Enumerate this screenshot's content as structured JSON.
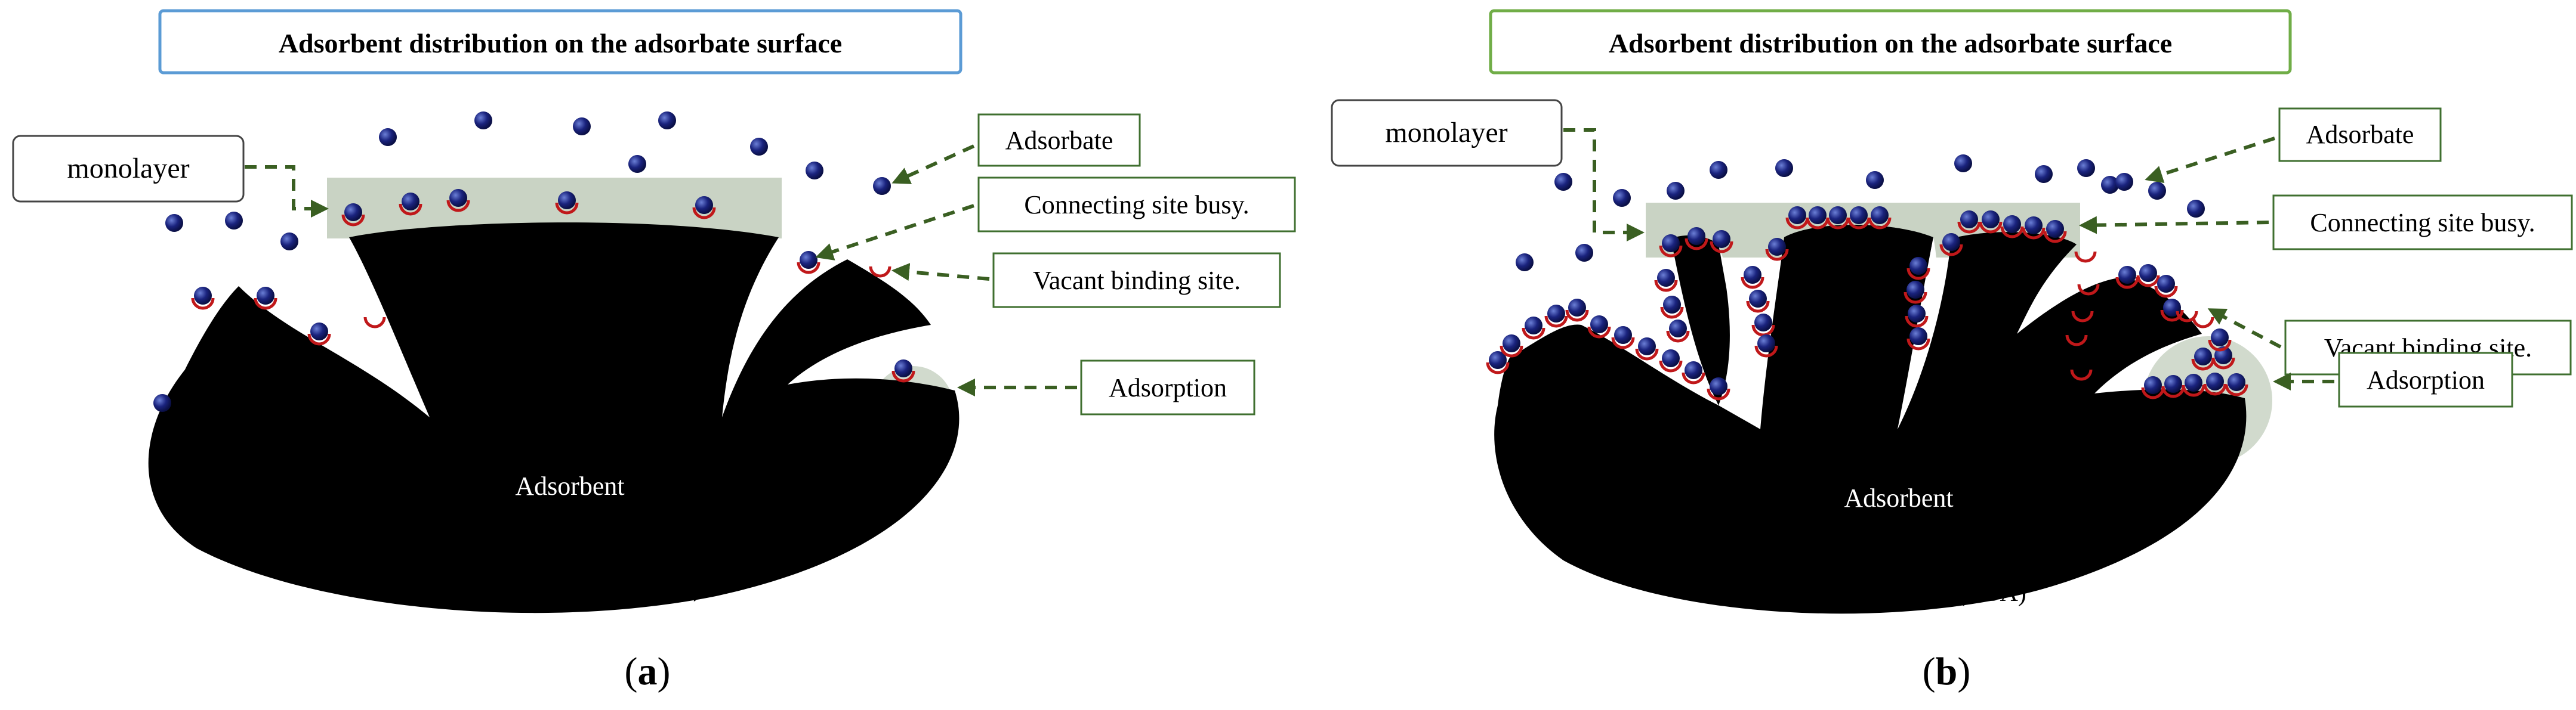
{
  "colors": {
    "blue_box_border": "#5b9bd5",
    "green_box_border": "#70ad47",
    "callout_border": "#3f6f2f",
    "arrow": "#3a5f22",
    "monolayer_band": "#c9d3c4",
    "adsorbent": "#000000",
    "particle": "#1a237e",
    "binding_site": "#c0181a"
  },
  "icons": [
    "adsorbate-particle",
    "binding-site-arc",
    "dashed-arrow"
  ],
  "panel_a": {
    "title": "Adsorbent distribution on the adsorbate surface",
    "monolayer_label": "monolayer",
    "callouts": {
      "adsorbate": "Adsorbate",
      "connecting_site": "Connecting site busy.",
      "vacant_site": "Vacant binding site.",
      "adsorption": "Adsorption"
    },
    "adsorbent_label": "Adsorbent",
    "caption": "biochar of almonds (BA)",
    "letter": "a"
  },
  "panel_b": {
    "title": "Adsorbent distribution on the adsorbate surface",
    "monolayer_label": "monolayer",
    "callouts": {
      "adsorbate": "Adsorbate",
      "connecting_site": "Connecting site busy.",
      "vacant_site": "Vacant binding site.",
      "adsorption": "Adsorption"
    },
    "adsorbent_label": "Adsorbent",
    "caption": "almond activated biochar (ABA)",
    "letter": "b"
  }
}
